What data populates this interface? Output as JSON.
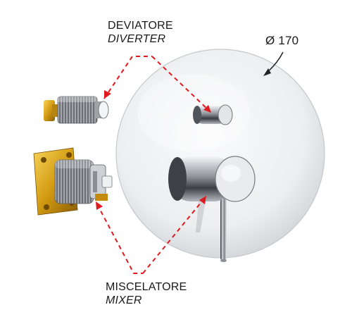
{
  "labels": {
    "diverter_it": "DEVIATORE",
    "diverter_en": "DIVERTER",
    "mixer_it": "MISCELATORE",
    "mixer_en": "MIXER",
    "diameter": "Ø 170"
  },
  "colors": {
    "callout_dashed": "#e0191e",
    "diameter_arrow": "#222222",
    "chrome": "#c9ccd1",
    "brass": "#d7a21a"
  },
  "icons": {
    "diverter_cartridge": "diverter-cartridge-icon",
    "mixer_cartridge": "mixer-cartridge-icon",
    "cover_plate": "round-cover-plate-icon"
  }
}
